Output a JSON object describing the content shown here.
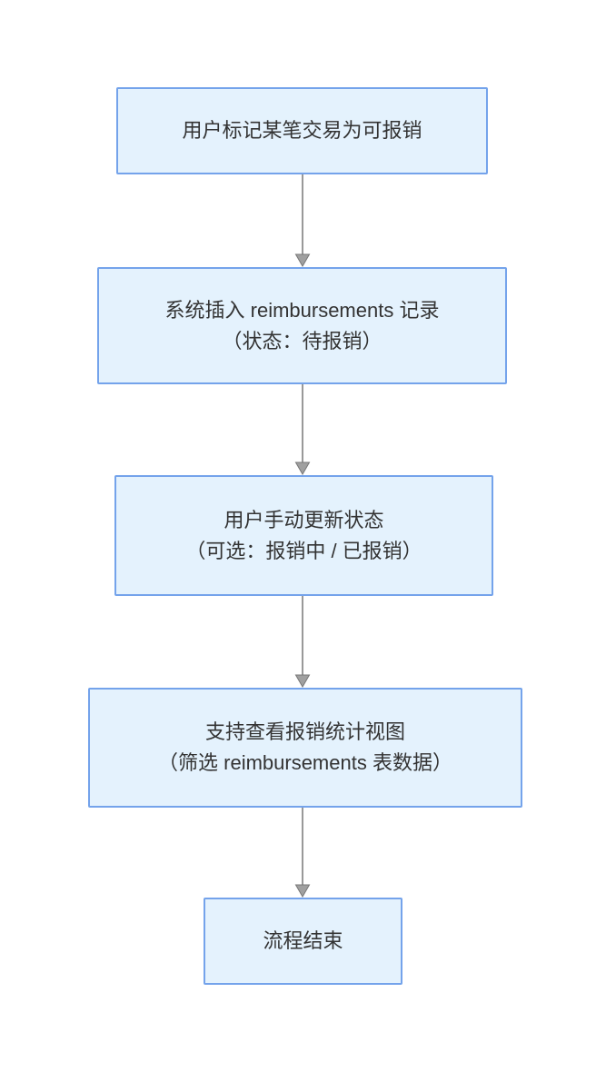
{
  "diagram": {
    "type": "flowchart",
    "direction": "top-down",
    "colors": {
      "background": "#ffffff",
      "node_fill": "#e4f2fd",
      "node_border": "#74a3eb",
      "text": "#333333",
      "arrow_line": "#999999",
      "arrow_head_fill": "#a0a0a0",
      "arrow_head_stroke": "#777777"
    },
    "nodes": [
      {
        "id": "mark-transaction",
        "lines": [
          "用户标记某笔交易为可报销",
          "",
          ""
        ]
      },
      {
        "id": "insert-record",
        "lines": [
          "系统插入 reimbursements 记录",
          "（状态：待报销）"
        ]
      },
      {
        "id": "update-status",
        "lines": [
          "用户手动更新状态",
          "（可选：报销中 / 已报销）"
        ]
      },
      {
        "id": "stats-view",
        "lines": [
          "支持查看报销统计视图",
          "（筛选 reimbursements 表数据）"
        ]
      },
      {
        "id": "end",
        "lines": [
          "流程结束",
          "",
          ""
        ]
      }
    ],
    "edges": [
      {
        "from": "mark-transaction",
        "to": "insert-record"
      },
      {
        "from": "insert-record",
        "to": "update-status"
      },
      {
        "from": "update-status",
        "to": "stats-view"
      },
      {
        "from": "stats-view",
        "to": "end"
      }
    ]
  }
}
